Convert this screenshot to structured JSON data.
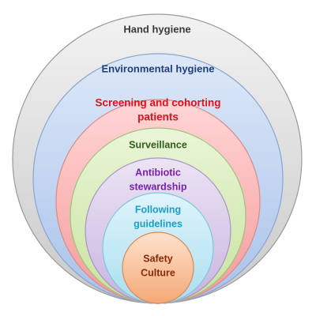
{
  "layers": [
    {
      "id": "hand-hygiene",
      "lines": [
        "Hand hygiene"
      ],
      "text_color": "#3a3a3a",
      "fill_top": "#f2f2f2",
      "fill_bottom": "#c9c9c9",
      "stroke": "#9a9a9a"
    },
    {
      "id": "environmental-hygiene",
      "lines": [
        "Environmental hygiene"
      ],
      "text_color": "#1f3f7a",
      "fill_top": "#dde8f8",
      "fill_bottom": "#a9c2ea",
      "stroke": "#8aa4cf"
    },
    {
      "id": "screening-cohorting",
      "lines": [
        "Screening and cohorting",
        "patients"
      ],
      "text_color": "#e0101c",
      "fill_top": "#ffd6d6",
      "fill_bottom": "#f59a9a",
      "stroke": "#d98c8c"
    },
    {
      "id": "surveillance",
      "lines": [
        "Surveillance"
      ],
      "text_color": "#2f5e1e",
      "fill_top": "#eaf5d8",
      "fill_bottom": "#c7e39e",
      "stroke": "#9fc27a"
    },
    {
      "id": "antibiotic-stewardship",
      "lines": [
        "Antibiotic",
        "stewardship"
      ],
      "text_color": "#7a1fb0",
      "fill_top": "#ece4f4",
      "fill_bottom": "#c9b4e0",
      "stroke": "#a896c2"
    },
    {
      "id": "following-guidelines",
      "lines": [
        "Following",
        "guidelines"
      ],
      "text_color": "#1aa0c8",
      "fill_top": "#dff4fa",
      "fill_bottom": "#a9def0",
      "stroke": "#7fc6de"
    },
    {
      "id": "safety-culture",
      "lines": [
        "Safety",
        "Culture"
      ],
      "text_color": "#8a2a0a",
      "fill_top": "#fde2cc",
      "fill_bottom": "#f5a877",
      "stroke": "#d98a55"
    }
  ]
}
